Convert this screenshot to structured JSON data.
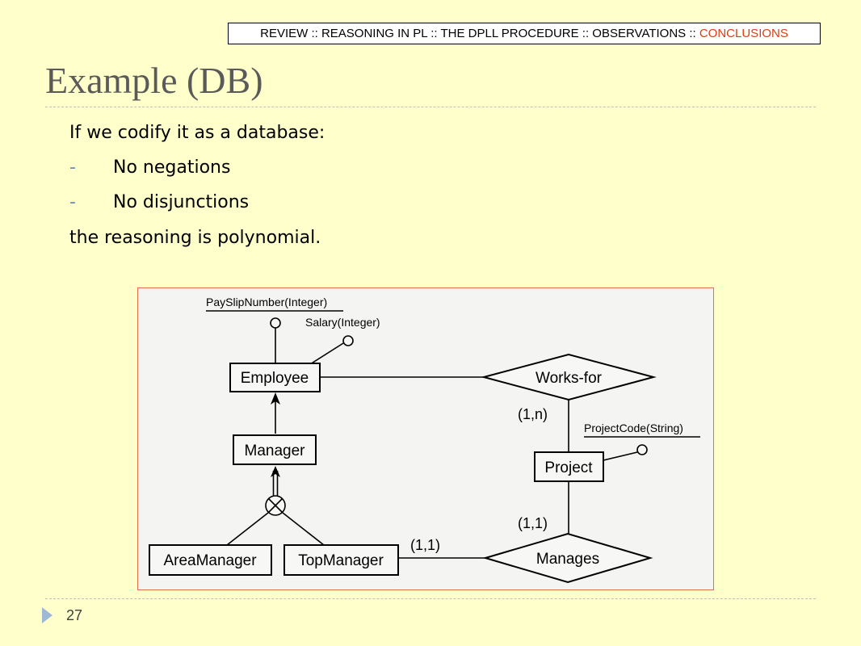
{
  "breadcrumb": {
    "items": [
      "REVIEW ::  REASONING IN PL :: THE DPLL PROCEDURE :: OBSERVATIONS :: "
    ],
    "active": "CONCLUSIONS"
  },
  "slide": {
    "title": "Example (DB)",
    "intro": "If we codify it as a database:",
    "bullets": [
      {
        "marker": "-",
        "text": "No negations"
      },
      {
        "marker": "-",
        "text": "No disjunctions"
      }
    ],
    "conclusion": "the reasoning is polynomial.",
    "page_number": "27"
  },
  "diagram": {
    "attributes": {
      "payslip": "PaySlipNumber(Integer)",
      "salary": "Salary(Integer)",
      "projectcode": "ProjectCode(String)"
    },
    "entities": {
      "employee": "Employee",
      "manager": "Manager",
      "project": "Project",
      "areamanager": "AreaManager",
      "topmanager": "TopManager"
    },
    "relationships": {
      "worksfor": "Works-for",
      "manages": "Manages"
    },
    "cardinalities": {
      "worksfor_project": "(1,n)",
      "manages_project": "(1,1)",
      "manages_topmanager": "(1,1)"
    }
  }
}
